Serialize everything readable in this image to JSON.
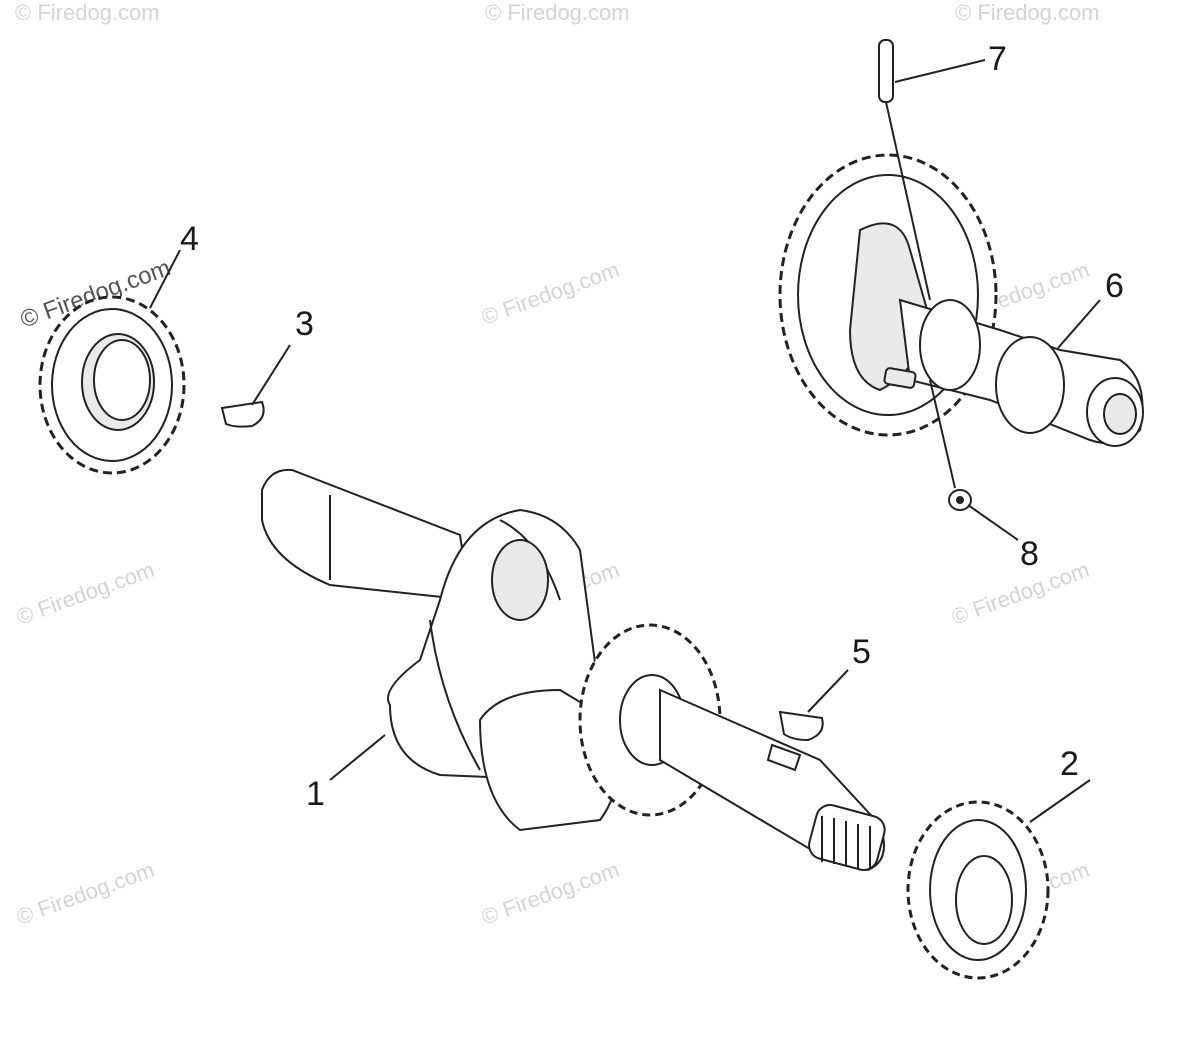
{
  "callouts": [
    "1",
    "2",
    "3",
    "4",
    "5",
    "6",
    "7",
    "8"
  ],
  "watermark": "© Firedog.com"
}
